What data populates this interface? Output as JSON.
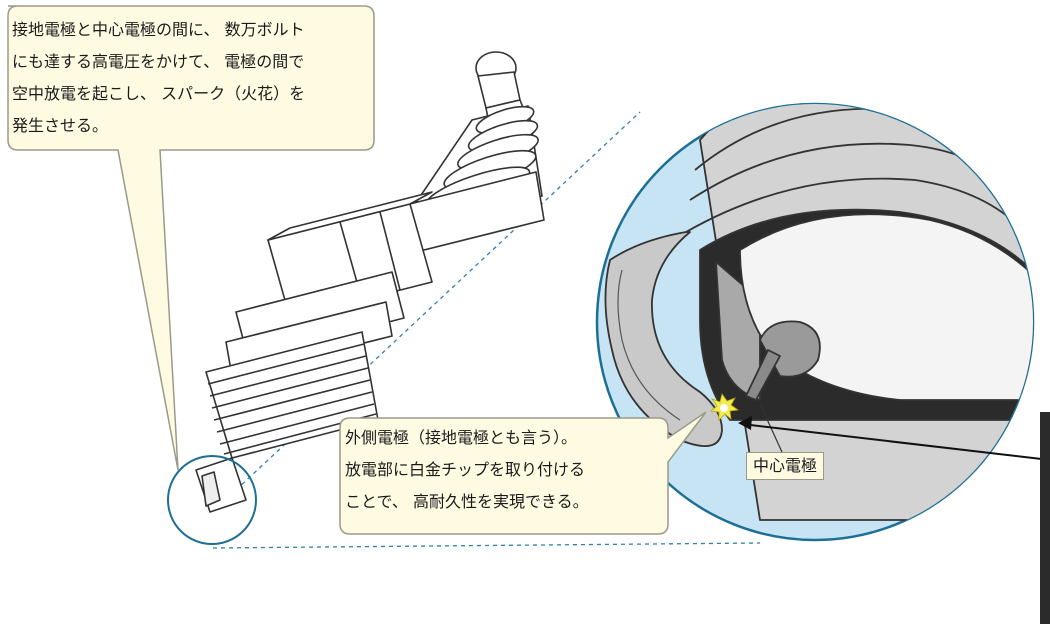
{
  "callouts": {
    "spark_principle": {
      "lines": [
        "接地電極と中心電極の間に、 数万ボルト",
        "にも達する高電圧をかけて、 電極の間で",
        "空中放電を起こし、 スパーク（火花）を",
        "発生させる。"
      ]
    },
    "outer_electrode": {
      "lines": [
        "外側電極（接地電極とも言う）。",
        "放電部に白金チップを取り付ける",
        "ことで、 高耐久性を実現できる。"
      ]
    }
  },
  "labels": {
    "center_electrode": "中心電極"
  },
  "colors": {
    "callout_fill": "#fffbe3",
    "callout_stroke": "#9a9a8a",
    "zoom_circle_fill": "#c7e4f4",
    "zoom_circle_stroke": "#1d6f96",
    "dashed_line": "#2f7fb0",
    "spark": "#e8e040"
  }
}
